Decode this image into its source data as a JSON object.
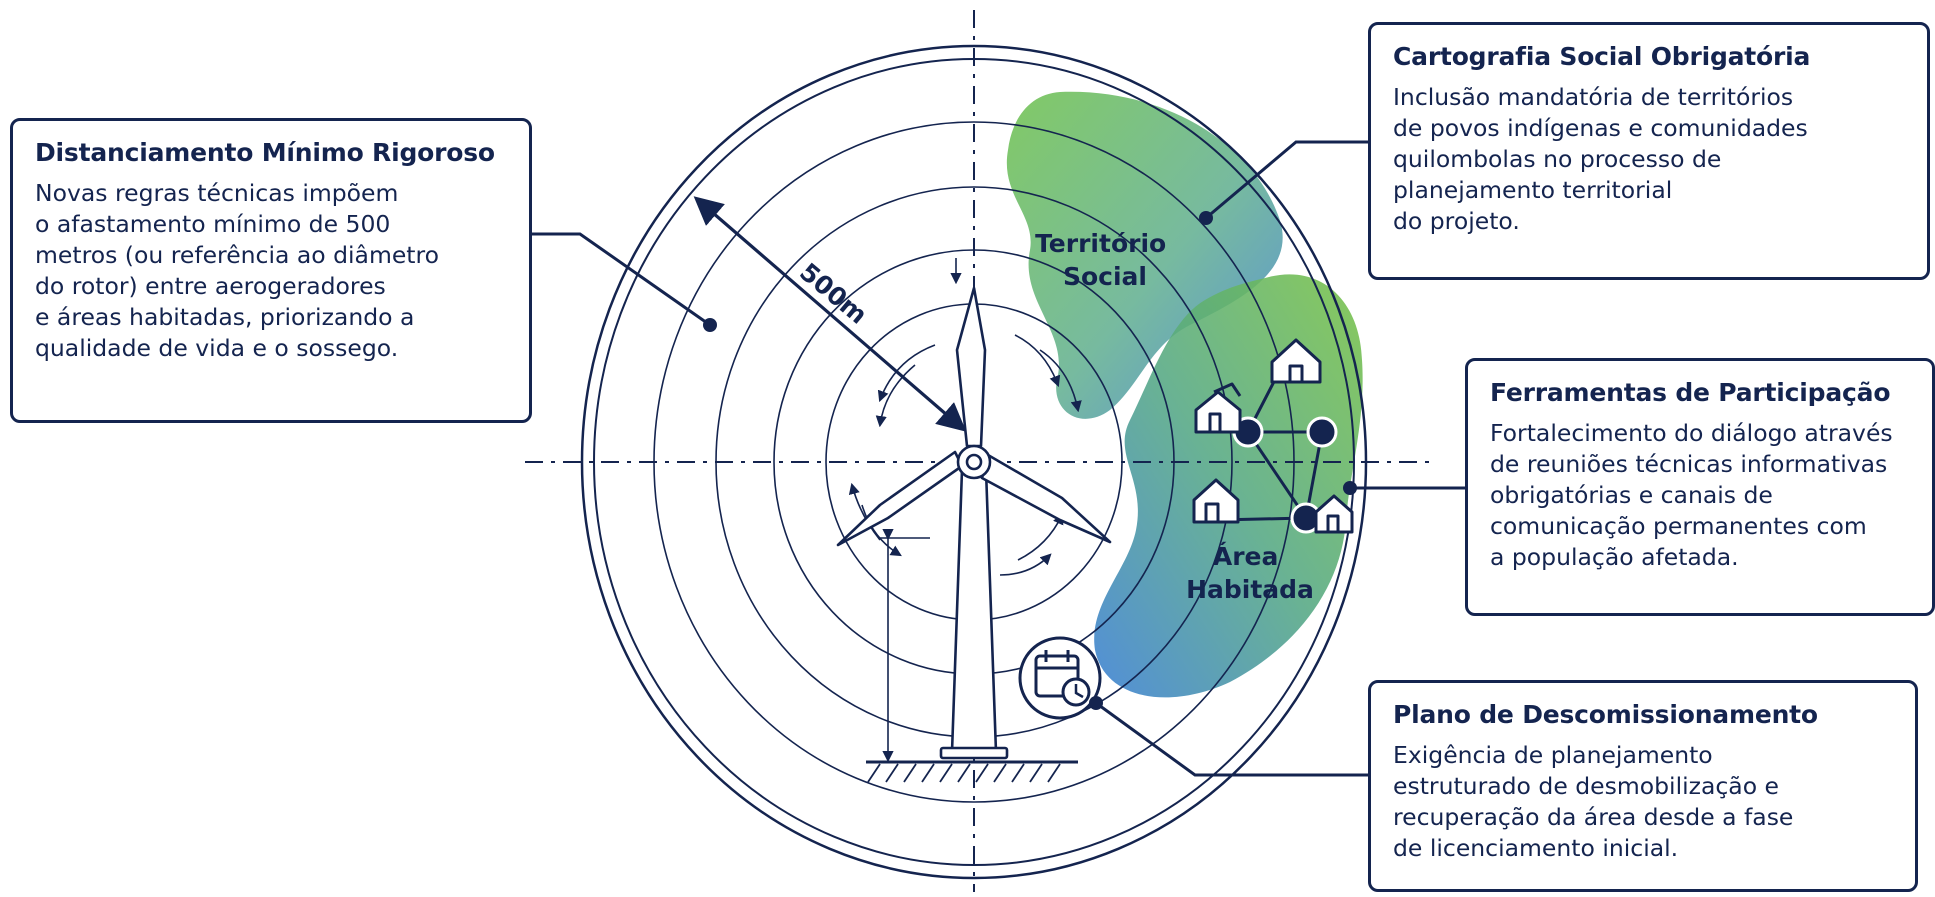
{
  "labels": {
    "radius": "500m",
    "social_territory": "Território\nSocial",
    "inhabited_area": "Área\nHabitada"
  },
  "cards": {
    "distancing": {
      "title": "Distanciamento Mínimo Rigoroso",
      "body": "Novas regras técnicas impõem\no afastamento mínimo de 500\nmetros (ou referência ao diâmetro\ndo rotor) entre aerogeradores\ne áreas habitadas, priorizando a\nqualidade de vida e o sossego."
    },
    "cartography": {
      "title": "Cartografia Social Obrigatória",
      "body": "Inclusão mandatória de territórios\nde povos indígenas e comunidades\nquilombolas no processo de\nplanejamento territorial\ndo projeto."
    },
    "participation": {
      "title": "Ferramentas de Participação",
      "body": "Fortalecimento do diálogo através\nde reuniões técnicas informativas\nobrigatórias e canais de\ncomunicação permanentes com\na população afetada."
    },
    "decommission": {
      "title": "Plano de Descomissionamento",
      "body": "Exigência de planejamento\nestruturado de desmobilização e\nrecuperação da área desde a fase\nde licenciamento inicial."
    }
  },
  "icons": {
    "turbine": "wind-turbine-icon",
    "house": "house-icon",
    "calendar": "calendar-clock-icon"
  },
  "colors": {
    "navy": "#14244f",
    "green": "#6cc04a",
    "blue": "#3c7fd0"
  }
}
